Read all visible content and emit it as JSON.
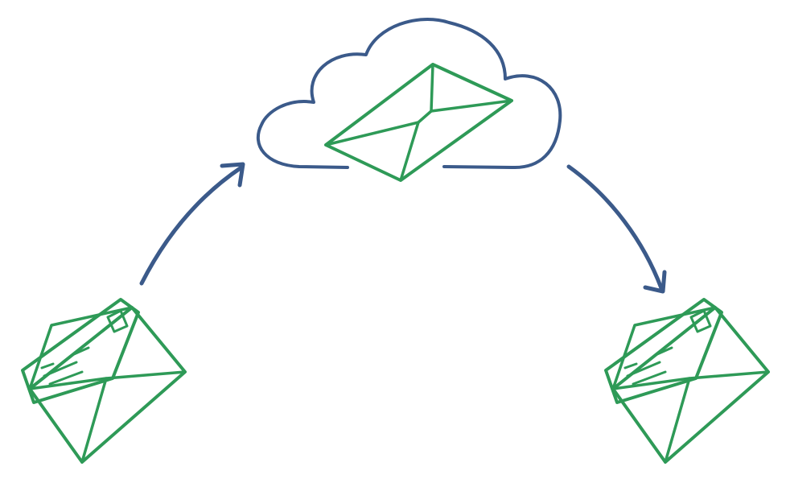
{
  "diagram": {
    "nodes": [
      {
        "id": "sender",
        "icon": "open-envelope-with-letter-icon"
      },
      {
        "id": "cloud-server",
        "icon": "cloud-with-envelope-icon"
      },
      {
        "id": "recipient",
        "icon": "open-envelope-with-letter-icon"
      }
    ],
    "edges": [
      {
        "from": "sender",
        "to": "cloud-server",
        "icon": "curved-arrow-icon"
      },
      {
        "from": "cloud-server",
        "to": "recipient",
        "icon": "curved-arrow-icon"
      }
    ]
  },
  "colors": {
    "cloud_and_arrows": "#3b5a8a",
    "envelopes": "#2e9a57",
    "background": "#ffffff"
  }
}
